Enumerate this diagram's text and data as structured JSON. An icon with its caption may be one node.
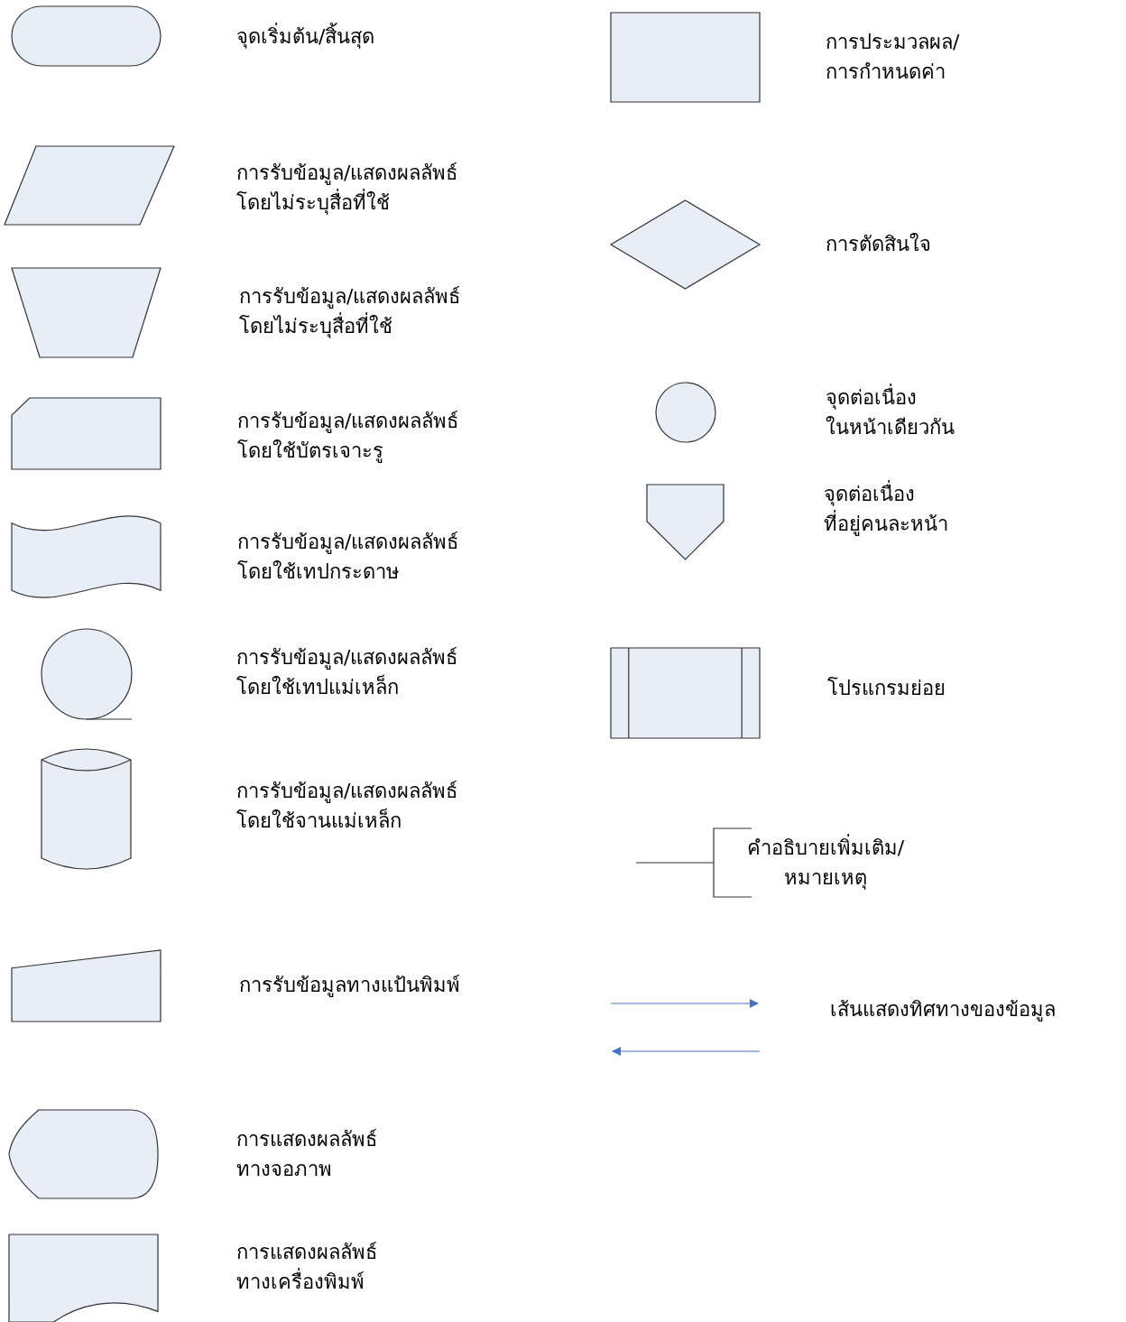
{
  "diagram": {
    "nodes": [
      {
        "text": [],
        "shape": "stadium",
        "beside": [
          "จุดเริ่มต้น/สิ้นสุด"
        ]
      },
      {
        "text": [],
        "shape": "parallelogram",
        "beside": [
          "การรับข้อมูล/แสดงผลลัพธ์ โดยไม่ระบุสื่อที่ใช้"
        ]
      },
      {
        "text": [],
        "shape": "trapezoid",
        "beside": [
          "การรับข้อมูล/แสดงผลลัพธ์ โดยไม่ระบุสื่อที่ใช้"
        ]
      },
      {
        "text": [],
        "shape": "card",
        "beside": [
          "การรับข้อมูล/แสดงผลลัพธ์ โดยใช้บัตรเจาะรู"
        ]
      },
      {
        "text": [],
        "shape": "tape",
        "beside": [
          "การรับข้อมูล/แสดงผลลัพธ์ โดยใช้เทปกระดาษ"
        ]
      },
      {
        "text": [],
        "shape": "reel"
      },
      {
        "text": [],
        "shape": "cylinder"
      },
      {
        "text": [],
        "shape": "wedge",
        "beside": [
          "การรับข้อมูลทางแป้นพิมพ์"
        ]
      },
      {
        "text": [],
        "shape": "display",
        "beside": [
          "การแสดงผลลัพธ์ ทางจอภาพ"
        ]
      },
      {
        "text": [],
        "shape": "document",
        "beside": [
          "การแสดงผลลัพธ์ ทางเครื่องพิมพ์"
        ]
      },
      {
        "text": [],
        "shape": "box",
        "beside": [
          "การประมวลผล/ การกำหนดค่า"
        ]
      },
      {
        "text": [],
        "shape": "diamond",
        "beside": [
          "การตัดสินใจ"
        ]
      },
      {
        "text": [],
        "shape": "circle"
      },
      {
        "text": [],
        "shape": "pentagon"
      },
      {
        "text": [],
        "shape": "subroutine",
        "beside": [
          "โปรแกรมย่อย"
        ]
      }
    ],
    "labels": [
      "จุดต่อเนื่อง ในหน้าเดียวกัน",
      "จุดต่อเนื่อง ที่อยู่คนละหน้า",
      "การรับข้อมูล/แสดงผลลัพธ์ โดยใช้เทปแม่เหล็ก",
      "การรับข้อมูล/แสดงผลลัพธ์ โดยใช้จานแม่เหล็ก",
      "คำอธิบายเพิ่มเติม/ หมายเหตุ",
      "เส้นแสดงทิศทางของข้อมูล"
    ]
  }
}
